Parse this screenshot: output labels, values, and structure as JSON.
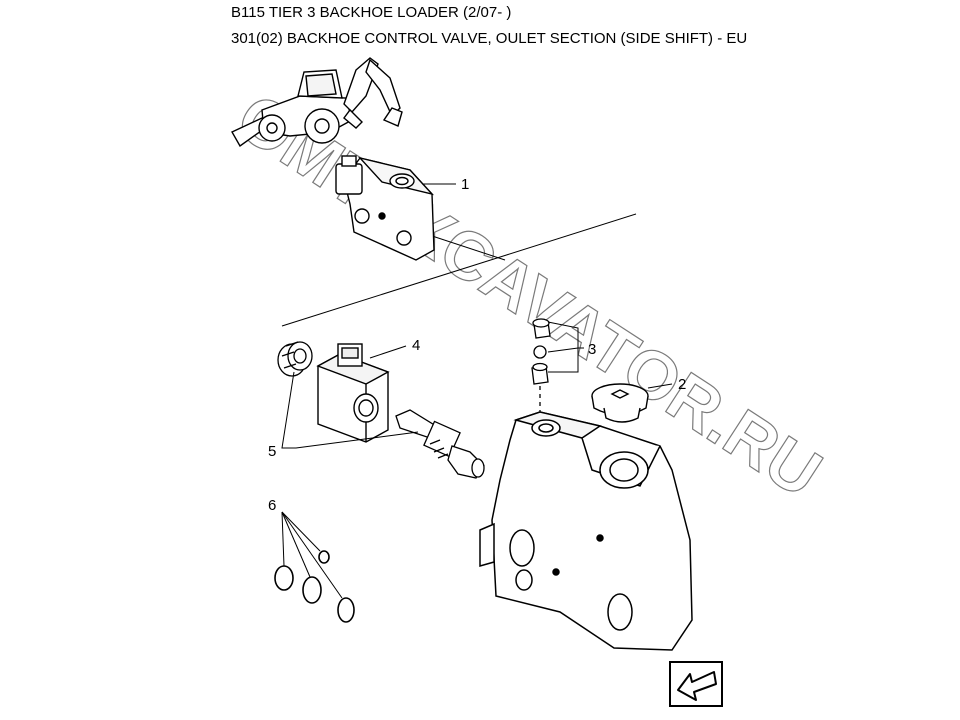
{
  "header": {
    "model_title": "B115 TIER 3 BACKHOE LOADER (2/07- )",
    "section_title": "301(02) BACKHOE CONTROL VALVE, OULET SECTION (SIDE SHIFT) - EU"
  },
  "watermark": "OMTEXCAVATOR.RU",
  "callouts": [
    {
      "label": "1"
    },
    {
      "label": "2"
    },
    {
      "label": "3"
    },
    {
      "label": "4"
    },
    {
      "label": "5"
    },
    {
      "label": "6"
    }
  ],
  "nav": {
    "icon": "next-page-arrow-icon"
  }
}
